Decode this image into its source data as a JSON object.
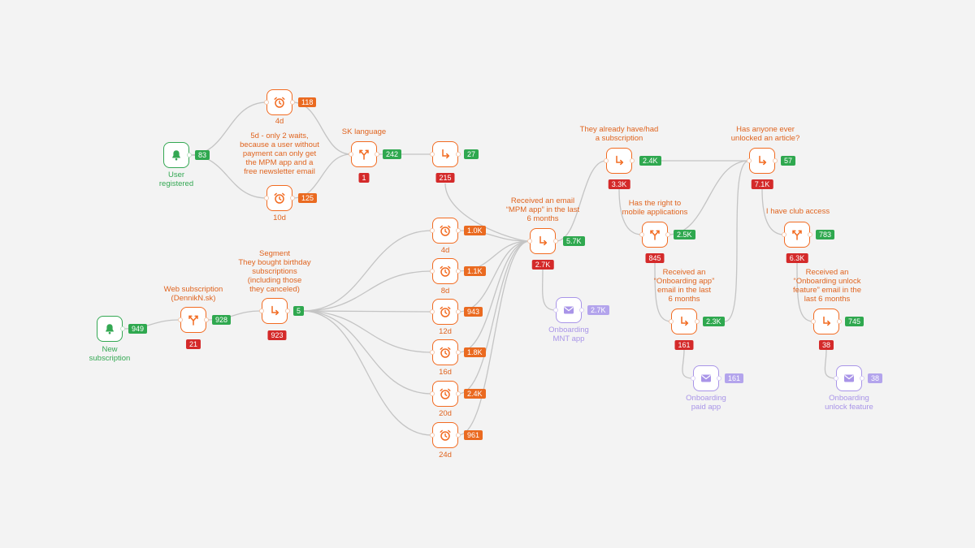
{
  "colors": {
    "orange": "#f26b21",
    "green": "#34a853",
    "red": "#d42a2a",
    "purple": "#a995e8",
    "edge": "#c4c4c4"
  },
  "nodes": {
    "user_registered": {
      "icon": "bell-icon",
      "label": "User\nregistered",
      "out": "83"
    },
    "wait_4d_top": {
      "icon": "alarm-clock-icon",
      "label": "4d",
      "out": "118"
    },
    "wait_10d_top": {
      "icon": "alarm-clock-icon",
      "label": "10d",
      "out": "125"
    },
    "note_top": {
      "label": "5d - only 2 waits,\nbecause a user without\npayment can only get\nthe MPM app and a\nfree newsletter email"
    },
    "sk_language": {
      "icon": "split-icon",
      "label": "SK language",
      "yes": "242",
      "no": "1"
    },
    "goal_top": {
      "icon": "goal-arrow-icon",
      "yes": "27",
      "no": "215"
    },
    "new_subscription": {
      "icon": "bell-icon",
      "label": "New\nsubscription",
      "out": "949"
    },
    "web_subscription": {
      "icon": "split-icon",
      "label": "Web subscription\n(DennikN.sk)",
      "yes": "928",
      "no": "21"
    },
    "segment": {
      "icon": "goal-arrow-icon",
      "label": "Segment\nThey bought birthday\nsubscriptions\n(including those\nthey canceled)",
      "yes": "5",
      "no": "923"
    },
    "waits": [
      {
        "label": "4d",
        "out": "1.0K"
      },
      {
        "label": "8d",
        "out": "1.1K"
      },
      {
        "label": "12d",
        "out": "943"
      },
      {
        "label": "16d",
        "out": "1.8K"
      },
      {
        "label": "20d",
        "out": "2.4K"
      },
      {
        "label": "24d",
        "out": "961"
      }
    ],
    "received_mpm": {
      "icon": "goal-arrow-icon",
      "label": "Received an email\n“MPM app” in the last\n6 months",
      "yes": "5.7K",
      "no": "2.7K"
    },
    "email_mnt": {
      "icon": "envelope-icon",
      "label": "Onboarding\nMNT app",
      "out": "2.7K"
    },
    "already_sub": {
      "icon": "goal-arrow-icon",
      "label": "They already have/had\na subscription",
      "yes": "2.4K",
      "no": "3.3K"
    },
    "mobile_rights": {
      "icon": "split-icon",
      "label": "Has the right to\nmobile applications",
      "yes": "2.5K",
      "no": "845"
    },
    "received_onb_app": {
      "icon": "goal-arrow-icon",
      "label": "Received an\n“Onboarding app”\nemail in the last\n6 months",
      "yes": "2.3K",
      "no": "161"
    },
    "email_paid": {
      "icon": "envelope-icon",
      "label": "Onboarding\npaid app",
      "out": "161"
    },
    "unlocked_article": {
      "icon": "goal-arrow-icon",
      "label": "Has anyone ever\nunlocked an article?",
      "yes": "57",
      "no": "7.1K"
    },
    "club_access": {
      "icon": "split-icon",
      "label": "I have club access",
      "yes": "783",
      "no": "6.3K"
    },
    "received_unlock": {
      "icon": "goal-arrow-icon",
      "label": "Received an\n“Onboarding unlock\nfeature” email in the\nlast 6 months",
      "yes": "745",
      "no": "38"
    },
    "email_unlock": {
      "icon": "envelope-icon",
      "label": "Onboarding\nunlock feature",
      "out": "38"
    }
  }
}
